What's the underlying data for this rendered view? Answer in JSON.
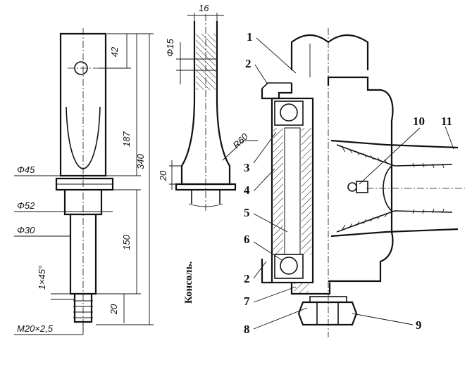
{
  "dimensions": {
    "shaft": {
      "d45": "Φ45",
      "d52": "Φ52",
      "d30": "Φ30",
      "chamfer": "1×45°",
      "thread": "M20×2,5",
      "l42": "42",
      "l187": "187",
      "l340": "340",
      "l150": "150",
      "l20": "20"
    },
    "side": {
      "w16": "16",
      "d15": "Φ15",
      "r60": "R60",
      "h20": "20"
    }
  },
  "caption": "Консоль.",
  "callouts": [
    "1",
    "2",
    "3",
    "4",
    "5",
    "6",
    "2",
    "7",
    "8",
    "9",
    "10",
    "11"
  ]
}
